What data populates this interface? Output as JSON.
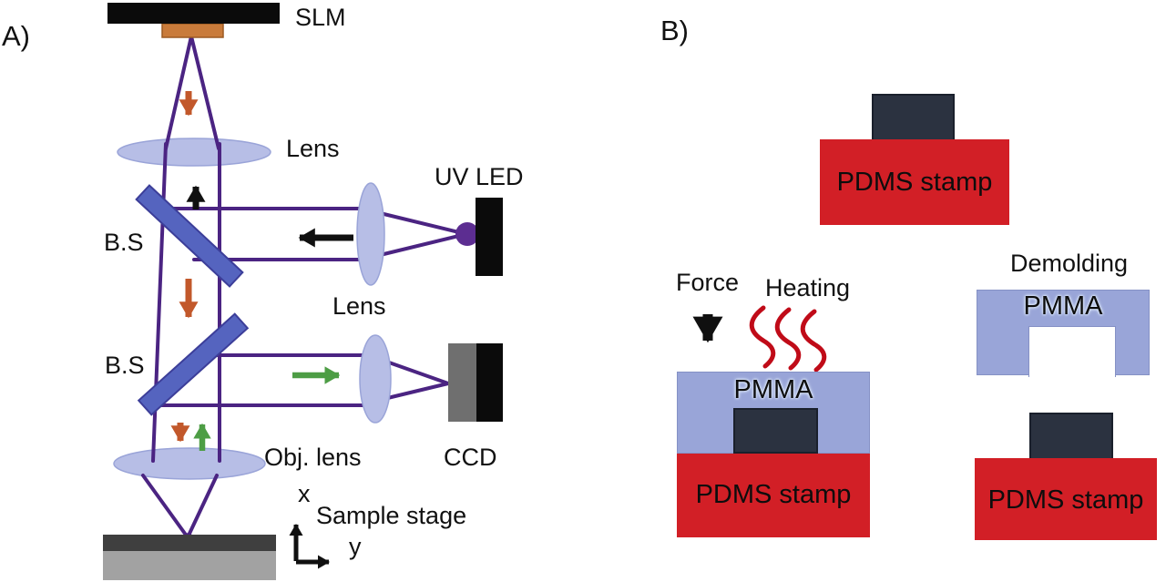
{
  "figure": {
    "background": "#ffffff"
  },
  "panel_a": {
    "label": "A)",
    "labels": {
      "slm": "SLM",
      "lens_top": "Lens",
      "beamsplitter_1": "B.S",
      "uv_led": "UV LED",
      "lens_uv": "Lens",
      "beamsplitter_2": "B.S",
      "ccd": "CCD",
      "objective_lens": "Obj. lens",
      "axis_x": "x",
      "axis_y": "y",
      "sample_stage": "Sample stage"
    },
    "colors": {
      "beam_purple": "#4B2482",
      "lens_fill": "#B7BEE6",
      "beamsplitter_blue": "#5564BF",
      "slm_black": "#0B0B0B",
      "slm_mount_orange": "#C97B3B",
      "uv_dot_purple": "#5C2D91",
      "ccd_gray": "#6F6F6F",
      "sample_top_gray": "#3F3F3F",
      "sample_base_gray": "#A2A2A2",
      "arrow_orange": "#C2582B",
      "arrow_green": "#4D9D45",
      "arrow_black": "#101010"
    }
  },
  "panel_b": {
    "label": "B)",
    "labels": {
      "force": "Force",
      "heating": "Heating",
      "demolding": "Demolding"
    },
    "stamp_prepared": {
      "pdms": "PDMS stamp"
    },
    "imprinting": {
      "pmma": "PMMA",
      "pdms": "PDMS stamp"
    },
    "demolded": {
      "pmma": "PMMA",
      "pdms": "PDMS stamp"
    },
    "colors": {
      "pdms_red": "#D21F26",
      "pmma_lavender": "#99A5D8",
      "feature_navy": "#2B3240",
      "heat_red": "#C00B18"
    }
  }
}
